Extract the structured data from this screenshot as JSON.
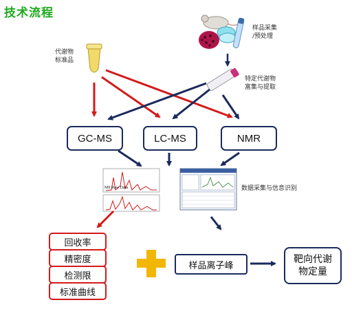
{
  "title": "技术流程",
  "notes": {
    "sample": [
      "样品采集",
      "/预处理"
    ],
    "standard": [
      "代谢物",
      "标准品"
    ],
    "enrich": [
      "特定代谢物",
      "富集与提取"
    ],
    "data_acq": "数据采集与信息识别"
  },
  "methods": [
    "GC-MS",
    "LC-MS",
    "NMR"
  ],
  "spectrum_label": "MS Raw Data",
  "qc_items": [
    "回收率",
    "精密度",
    "检测限",
    "标准曲线"
  ],
  "peak_label": "样品离子峰",
  "target_label": [
    "靶向代谢",
    "物定量"
  ],
  "colors": {
    "title": "#1fa81f",
    "red": "#d31a1a",
    "navy": "#1a2a5c",
    "plus": "#f2b705"
  }
}
